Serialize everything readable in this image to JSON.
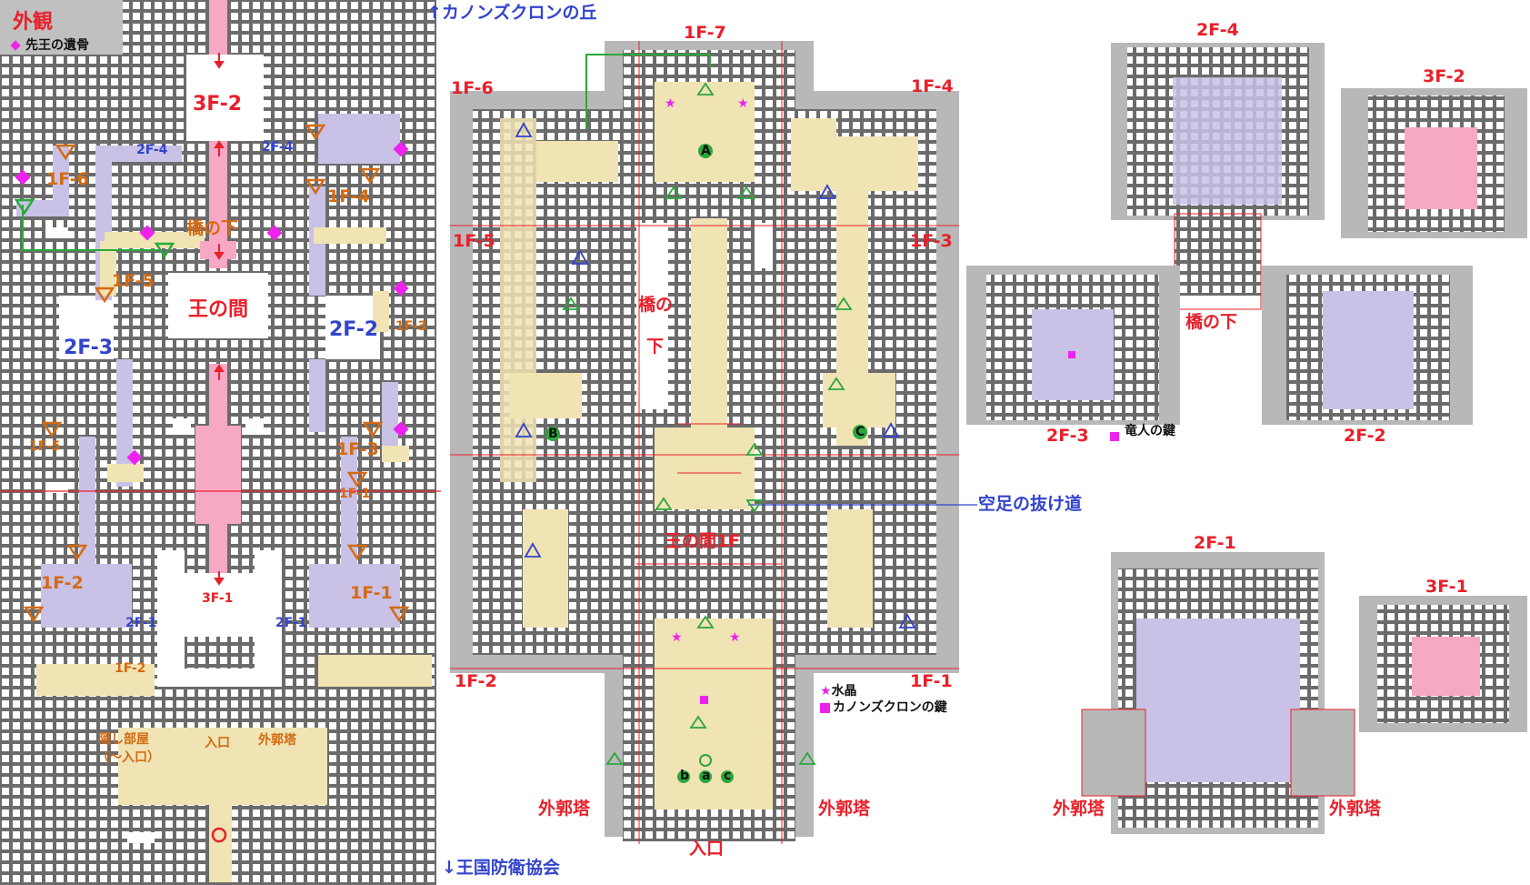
{
  "overview": {
    "title": "外観",
    "legend_bone": "先王の遺骨",
    "rooms": {
      "r3f2": "3F-2",
      "king_room": "王の間",
      "r2f3": "2F-3",
      "r2f2": "2F-2",
      "r3f1": "3F-1",
      "r1f6": "1F-6",
      "r1f4": "1F-4",
      "r1f5": "1F-5",
      "r1f3": "1F-3",
      "r1f2": "1F-2",
      "r1f1": "1F-1",
      "under_bridge": "橋の下",
      "entrance": "入口",
      "outer_tower": "外郭塔",
      "hidden_room_1": "隠し部屋",
      "hidden_room_2": "（～入口）"
    },
    "arrows": {
      "a2f4_left": "2F-4",
      "a2f4_right": "2F-4",
      "a1f3_small": "1F-3",
      "a1f5_small": "1F-5",
      "a1f1_small": "1F-1",
      "a2f1_left": "2F-1",
      "a2f1_right": "2F-1",
      "a1f2_small": "1F-2"
    }
  },
  "floor1": {
    "top_note": "↑カノンズクロンの丘",
    "bottom_note": "↓王国防衛協会",
    "sections": {
      "f17": "1F-7",
      "f16": "1F-6",
      "f14": "1F-4",
      "f15": "1F-5",
      "f13": "1F-3",
      "f12": "1F-2",
      "f11": "1F-1",
      "bridge_v1": "橋の",
      "bridge_v2": "下",
      "king1f": "王の間1F",
      "entrance": "入口",
      "outer_left": "外郭塔",
      "outer_right": "外郭塔"
    },
    "markers": {
      "A": "A",
      "B": "B",
      "C": "C",
      "a": "a",
      "b": "b",
      "c": "c"
    },
    "legend_crystal": "水晶",
    "legend_key": "カノンズクロンの鍵",
    "path_note": "空足の抜け道"
  },
  "upper": {
    "f24": "2F-4",
    "f32": "3F-2",
    "under_bridge": "橋の下",
    "f23": "2F-3",
    "f22": "2F-2",
    "dragon_key": "竜人の鍵",
    "f21": "2F-1",
    "f31": "3F-1",
    "outer_left": "外郭塔",
    "outer_right": "外郭塔"
  },
  "colors": {
    "wall": "#6b6b6b",
    "floor": "#ffffff",
    "background": "#b8b8b8",
    "tan": "#f0e3b4",
    "lavender": "#c9c1e6",
    "pink": "#f7a8c4",
    "red": "#e8202a",
    "blue": "#3344cc",
    "orange": "#d46a12",
    "green": "#2aa83a",
    "magenta": "#ee22ee"
  }
}
